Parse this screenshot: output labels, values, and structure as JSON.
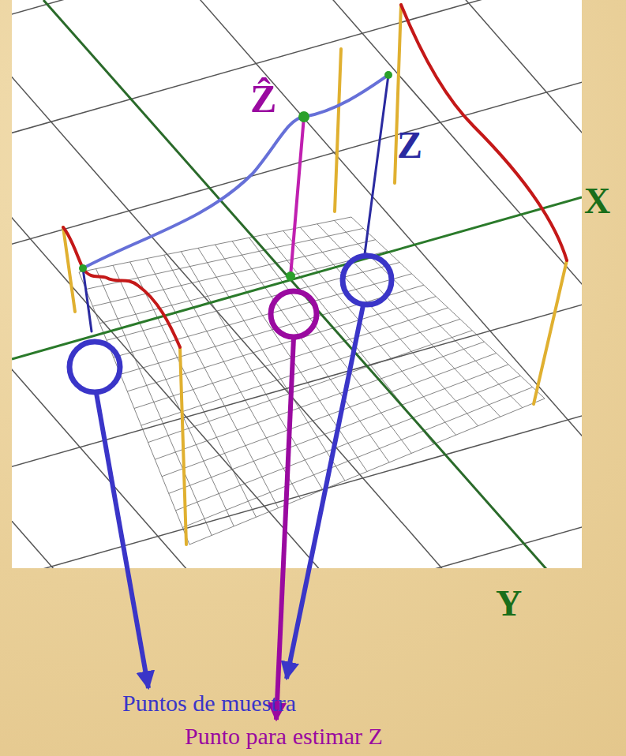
{
  "diagram": {
    "labels": [
      "Ẑ",
      "Z",
      "X",
      "Y",
      "Puntos de muestra",
      "Punto para estimar Z"
    ]
  }
}
